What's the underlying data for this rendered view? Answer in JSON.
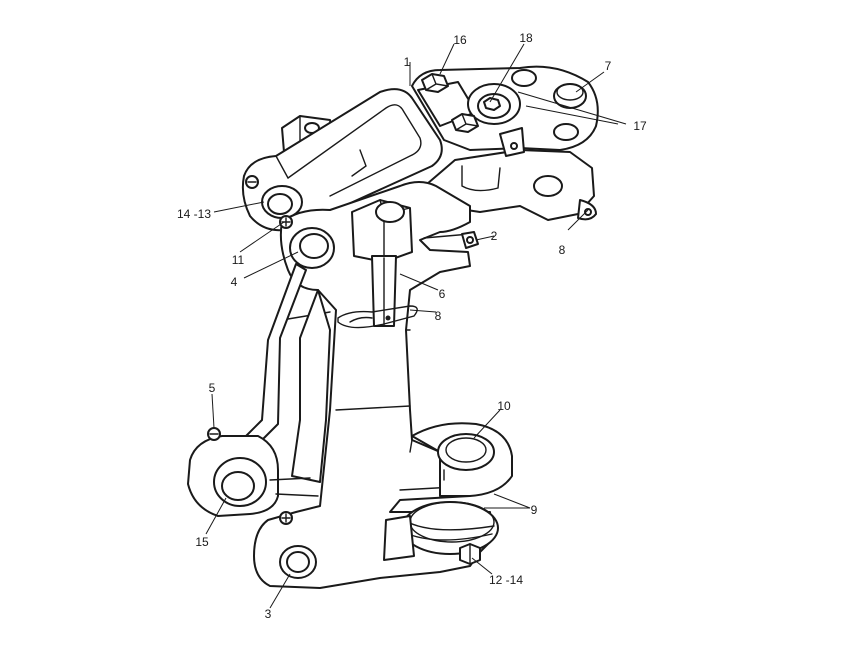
{
  "diagram": {
    "callouts": [
      "1",
      "16",
      "18",
      "7",
      "17",
      "14 -13",
      "11",
      "4",
      "2",
      "8",
      "6",
      "8",
      "5",
      "10",
      "9",
      "15",
      "3",
      "12 -14"
    ]
  }
}
